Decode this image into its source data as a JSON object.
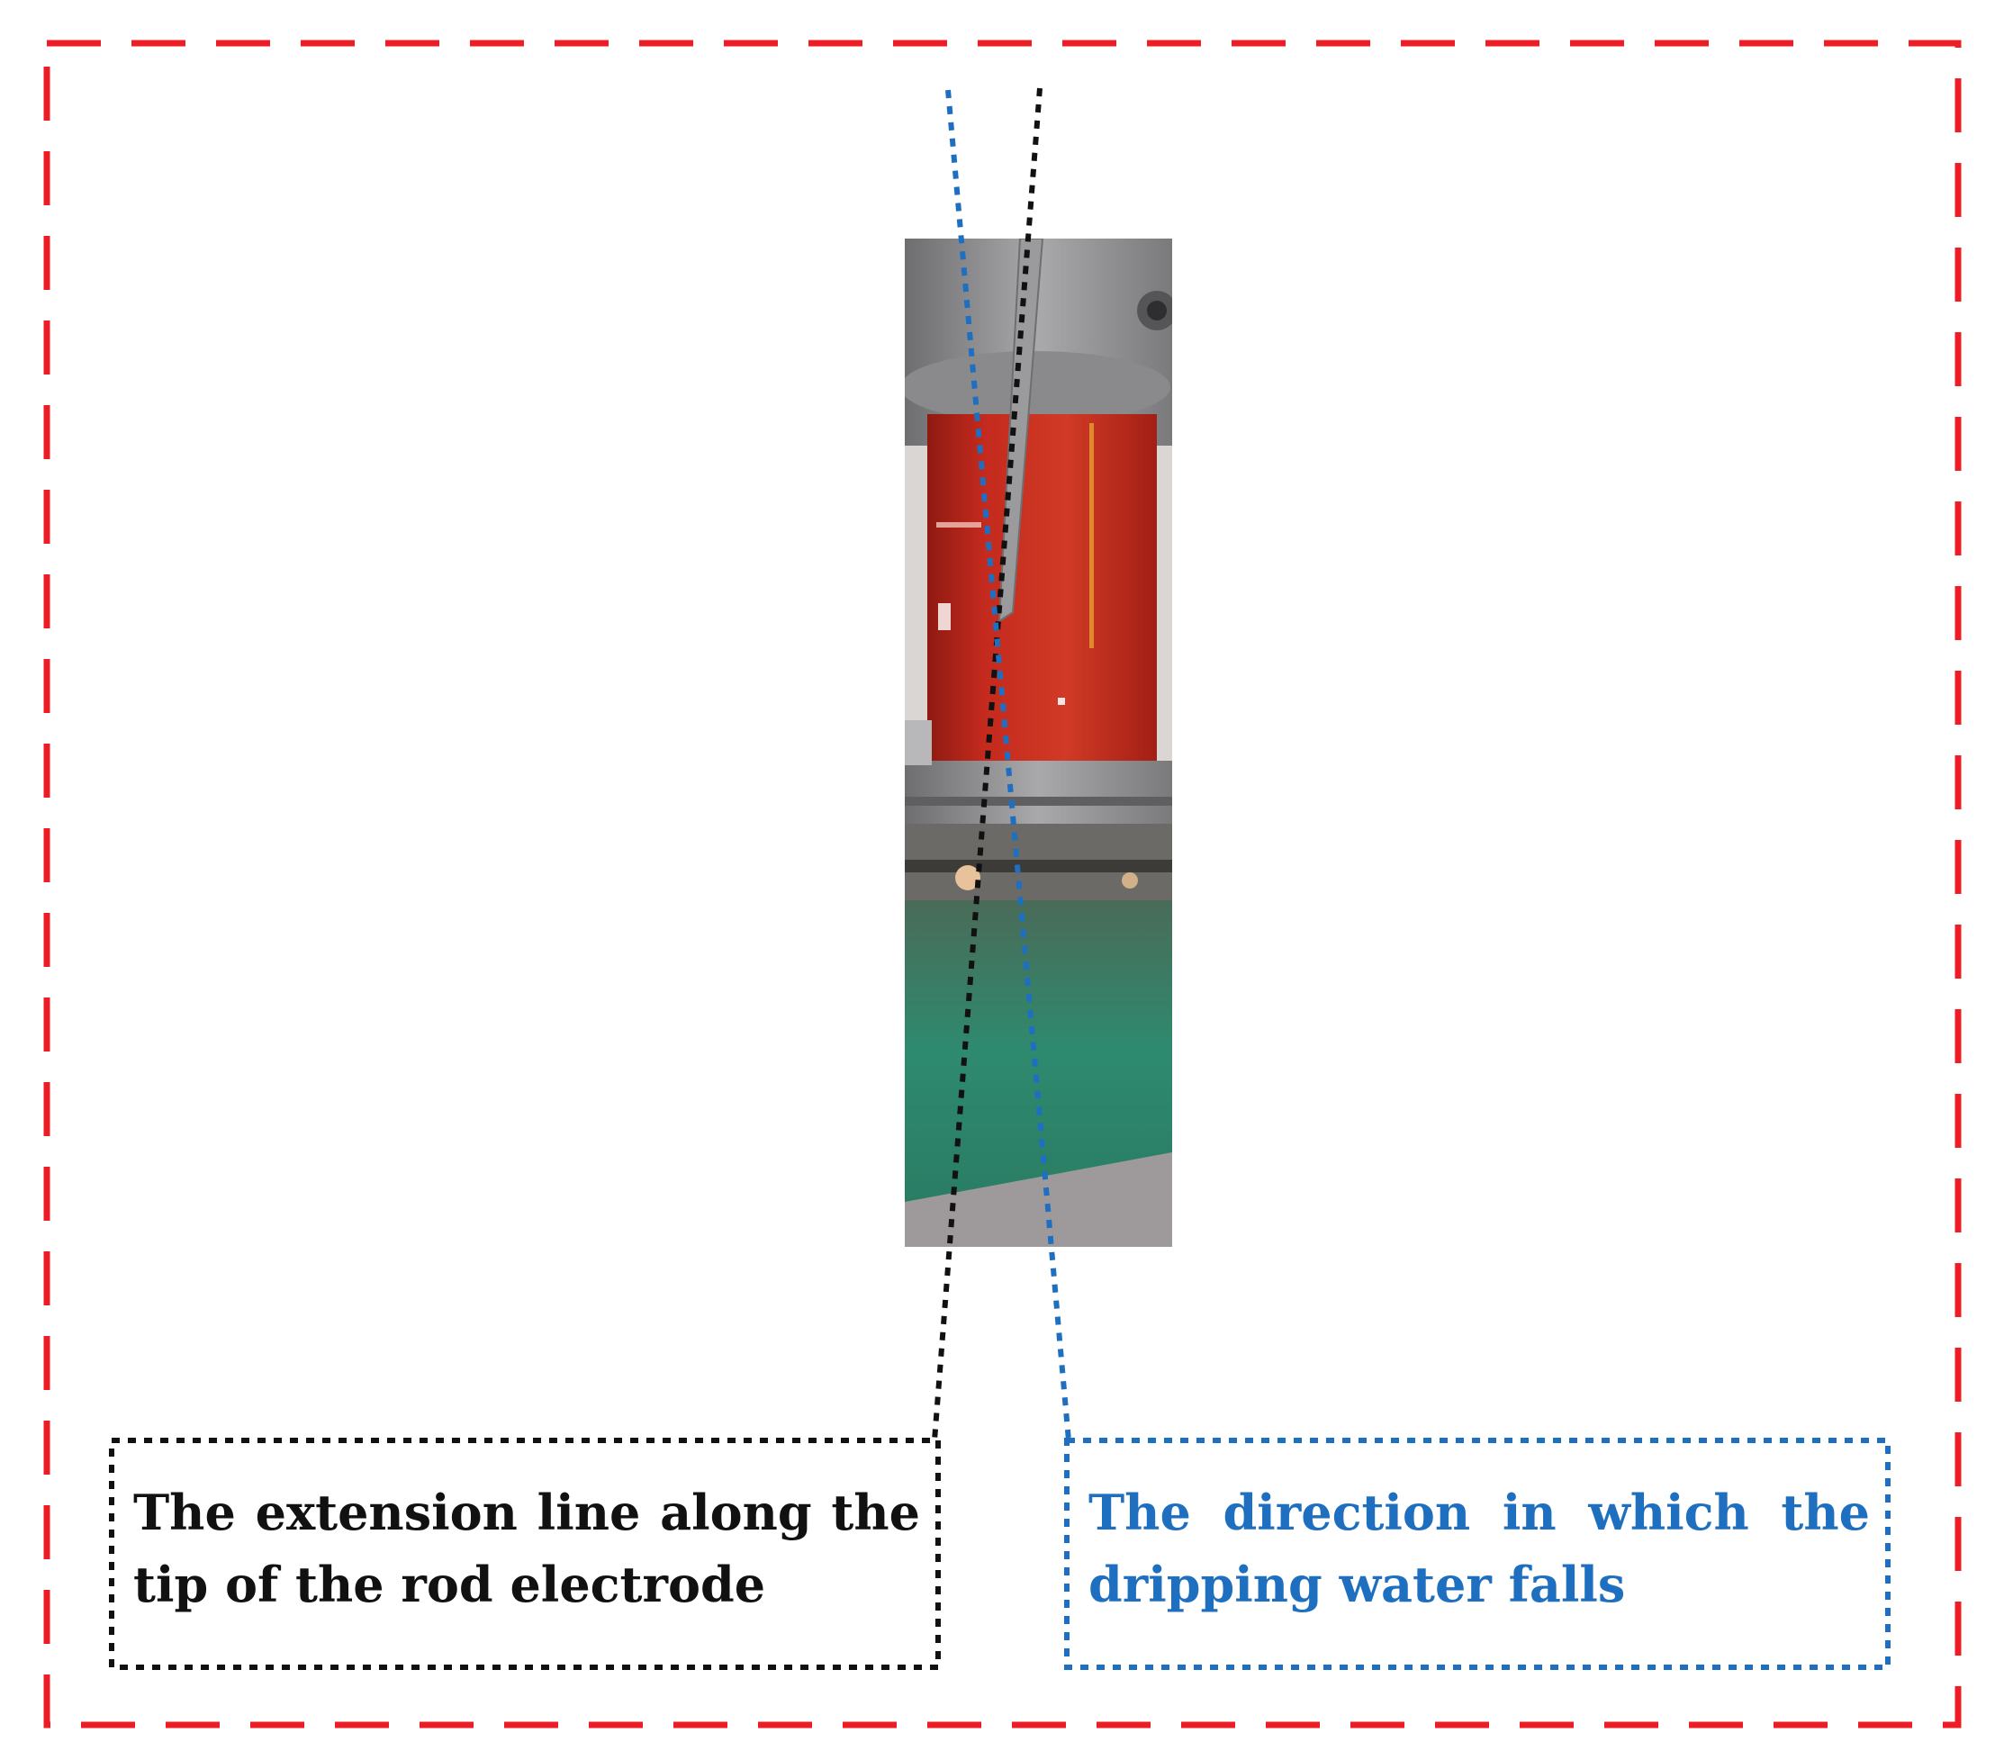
{
  "labels": {
    "rod_extension": "The extension line along the tip of the rod electrode",
    "water_direction": "The direction in which the dripping water falls"
  },
  "colors": {
    "outer_border": "#ee1c25",
    "rod_line": "#111111",
    "water_line": "#1f6fc0",
    "red_cylinder": "#c0271b",
    "metal_flange": "#8f8f91",
    "green_floor": "#2e8a6f",
    "grey_floor": "#9e9a9c"
  },
  "icons": {
    "photo": "test-apparatus-photo"
  }
}
